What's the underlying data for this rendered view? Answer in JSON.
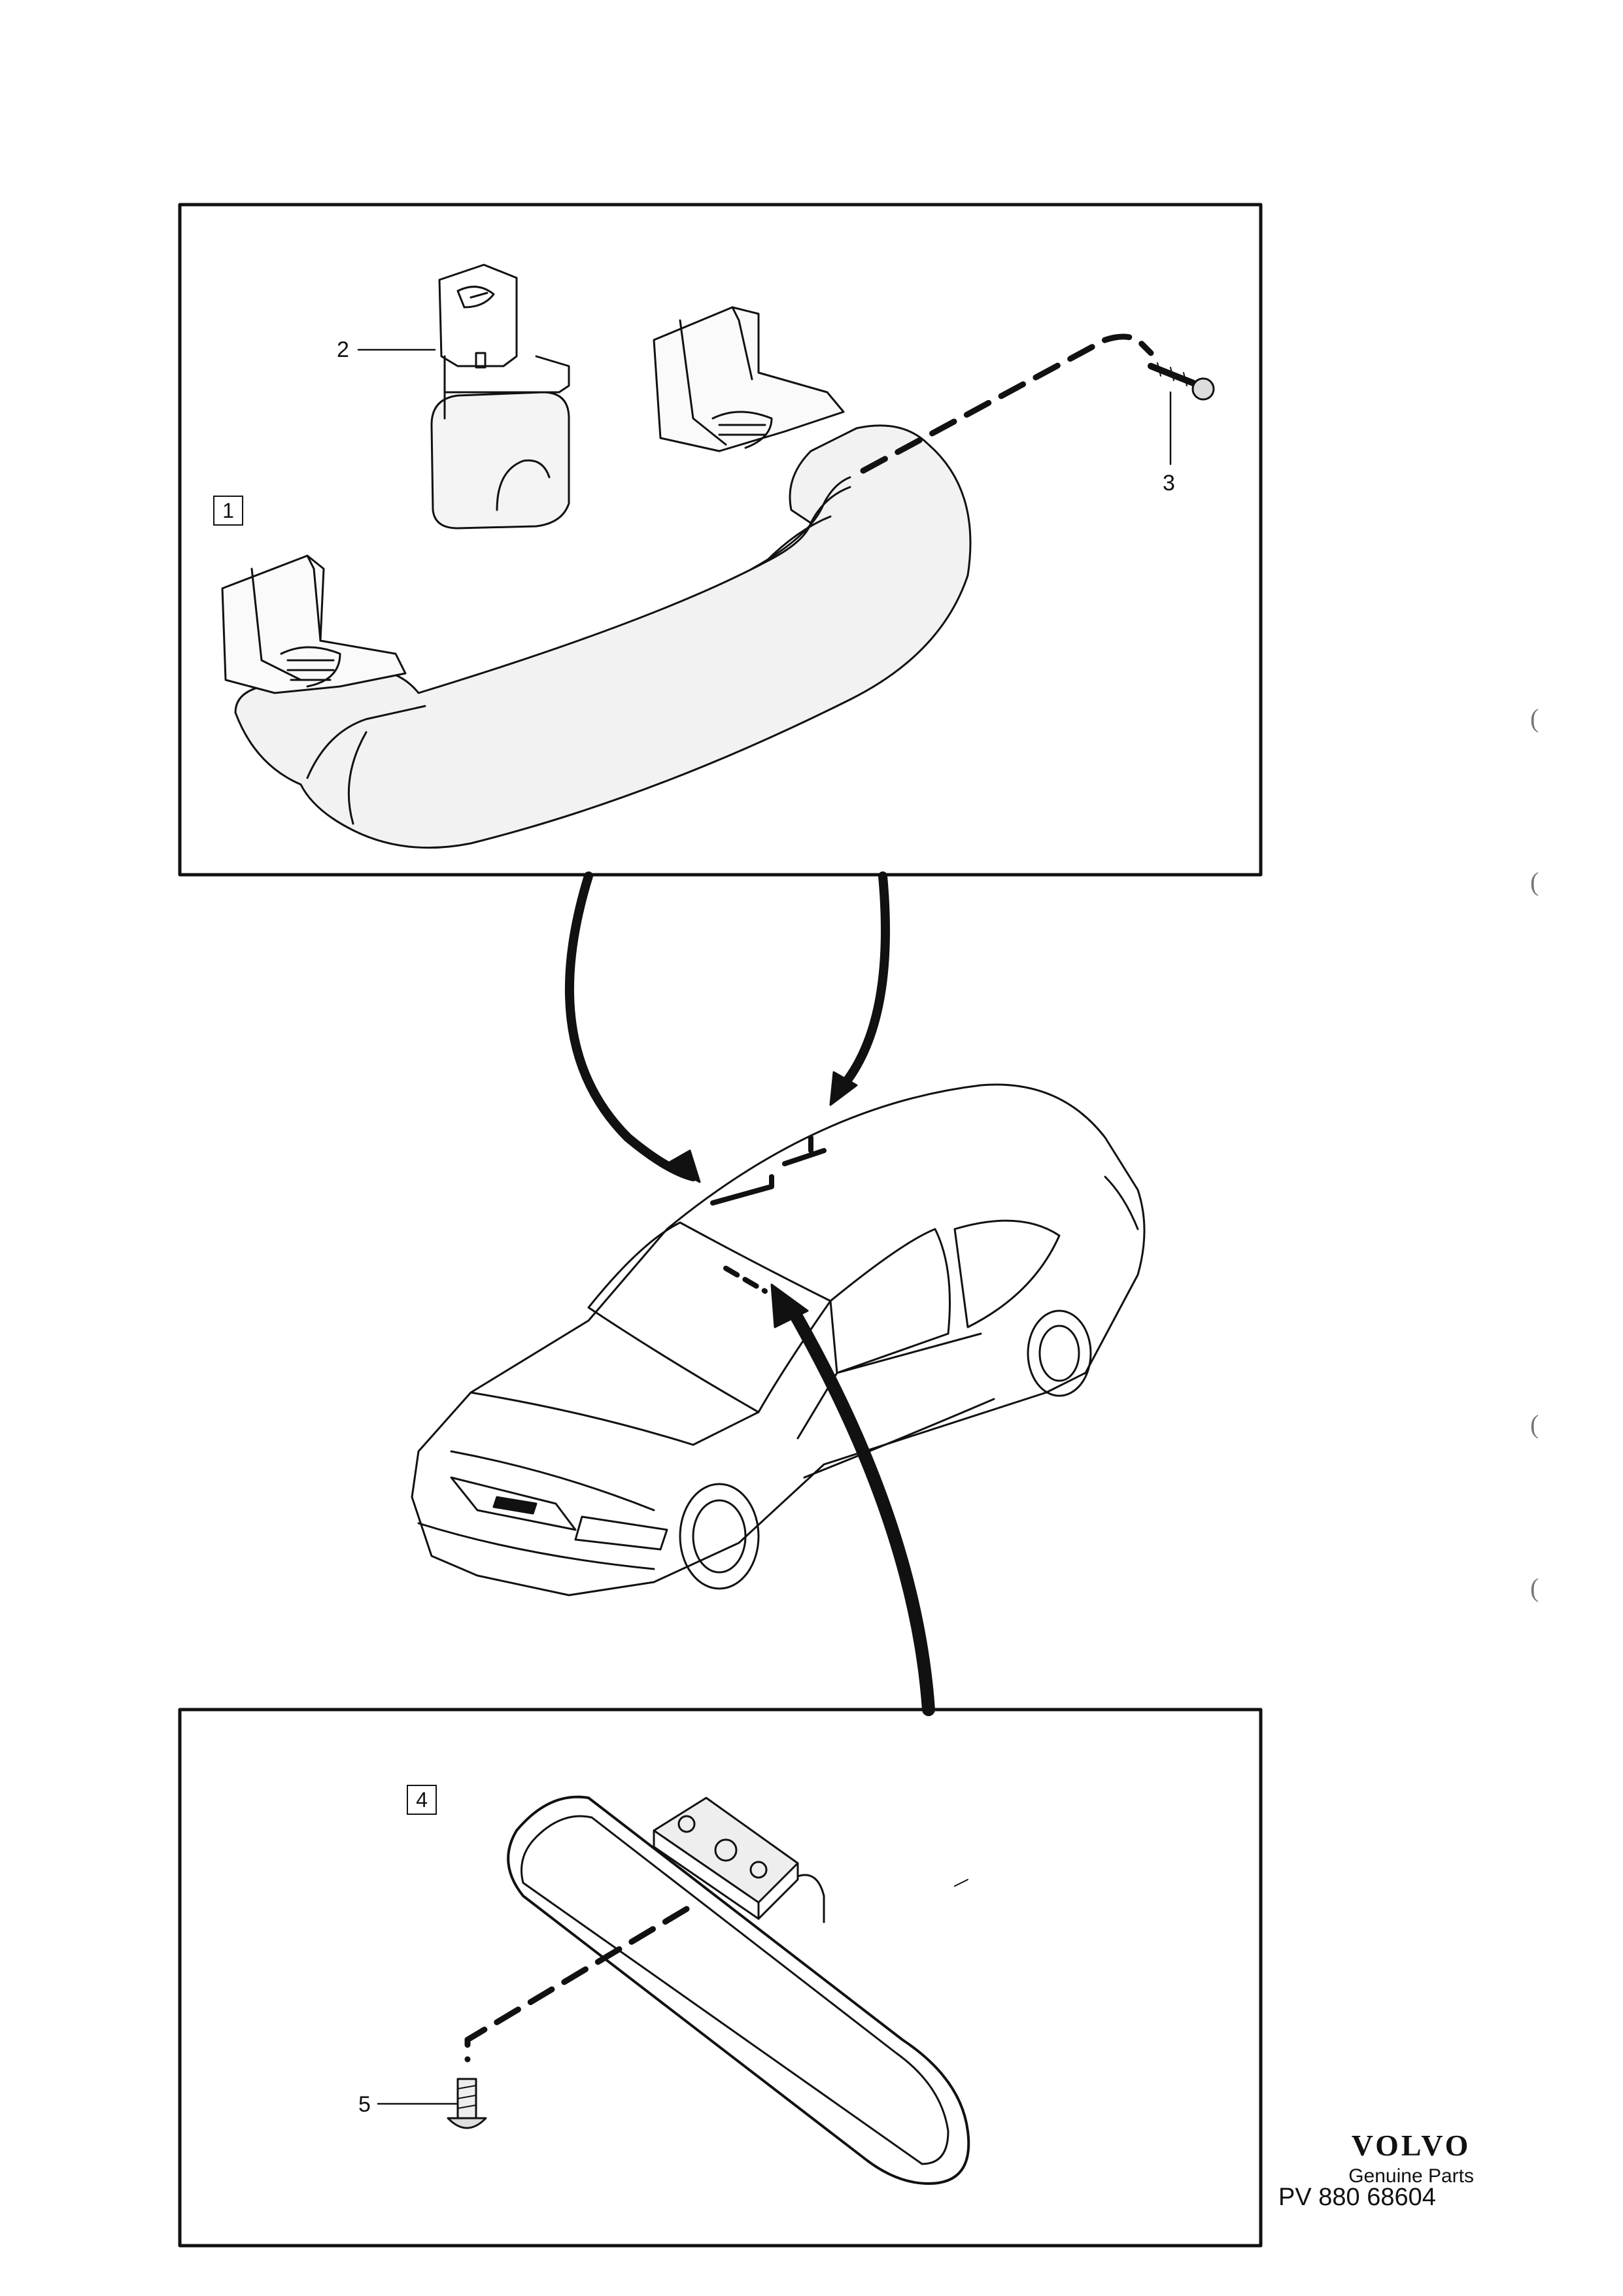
{
  "callouts": {
    "part_2": "2",
    "part_3": "3",
    "part_5": "5",
    "box_1": "1",
    "box_4": "4"
  },
  "brand": {
    "name": "VOLVO",
    "subtitle": "Genuine Parts"
  },
  "reference": "PV 880 68604",
  "margin_marks": [
    "(",
    "(",
    "(",
    "("
  ]
}
